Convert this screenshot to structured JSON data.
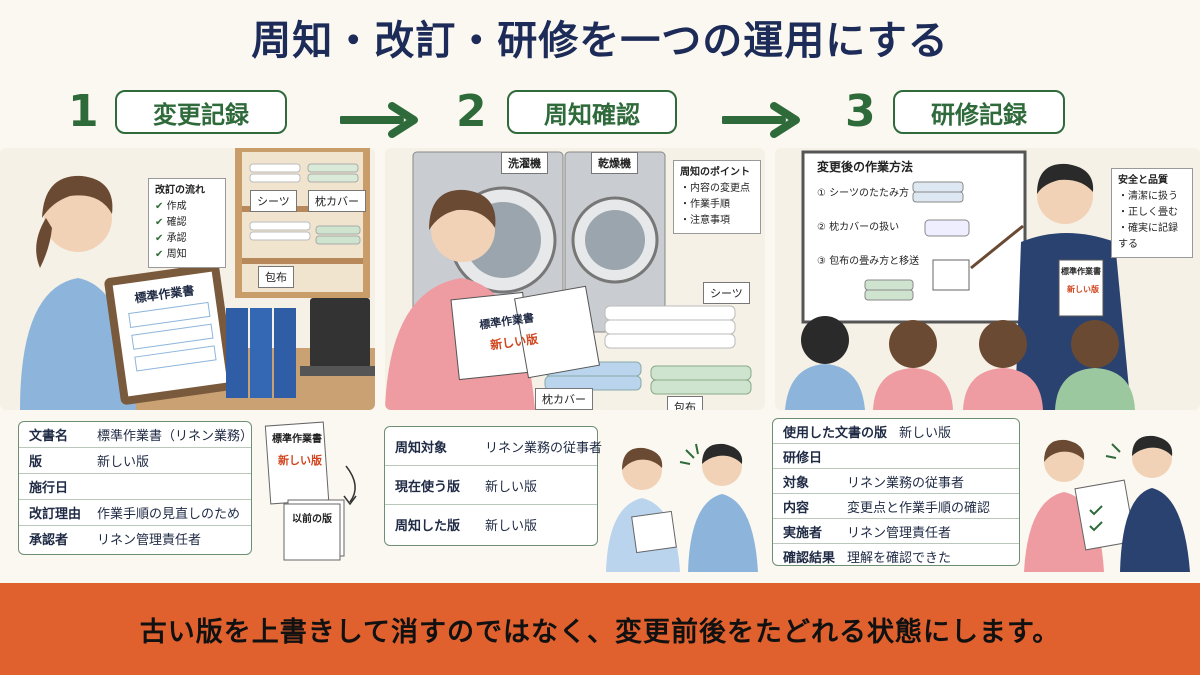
{
  "title": "周知・改訂・研修を一つの運用にする",
  "steps": [
    {
      "num": "1",
      "label": "変更記録"
    },
    {
      "num": "2",
      "label": "周知確認"
    },
    {
      "num": "3",
      "label": "研修記録"
    }
  ],
  "scene1": {
    "flow_note": {
      "title": "改訂の流れ",
      "items": [
        "作成",
        "確認",
        "承認",
        "周知"
      ]
    },
    "shelf_labels": [
      "シーツ",
      "枕カバー",
      "包布"
    ],
    "clipboard_title": "標準作業書"
  },
  "scene2": {
    "washer_label": "洗濯機",
    "dryer_label": "乾燥機",
    "points_note": {
      "title": "周知のポイント",
      "items": [
        "・内容の変更点",
        "・作業手順",
        "・注意事項"
      ]
    },
    "book_title": "標準作業書",
    "book_subtitle": "新しい版",
    "linen_labels": [
      "シーツ",
      "枕カバー",
      "包布"
    ]
  },
  "scene3": {
    "board_title": "変更後の作業方法",
    "board_items": [
      "① シーツのたたみ方",
      "② 枕カバーの扱い",
      "③ 包布の畳み方と移送"
    ],
    "safety_note": {
      "title": "安全と品質",
      "items": [
        "・清潔に扱う",
        "・正しく畳む",
        "・確実に記録する"
      ]
    },
    "paper_title": "標準作業書",
    "paper_subtitle": "新しい版"
  },
  "panel1": {
    "rows": [
      {
        "k": "文書名",
        "v": "標準作業書（リネン業務）"
      },
      {
        "k": "版",
        "v": "新しい版"
      },
      {
        "k": "施行日",
        "v": ""
      },
      {
        "k": "改訂理由",
        "v": "作業手順の見直しのため"
      },
      {
        "k": "承認者",
        "v": "リネン管理責任者"
      }
    ],
    "doc_new_title": "標準作業書",
    "doc_new_sub": "新しい版",
    "doc_old": "以前の版"
  },
  "panel2": {
    "rows": [
      {
        "k": "周知対象",
        "v": "リネン業務の従事者"
      },
      {
        "k": "現在使う版",
        "v": "新しい版"
      },
      {
        "k": "周知した版",
        "v": "新しい版"
      }
    ]
  },
  "panel3": {
    "rows": [
      {
        "k": "使用した文書の版",
        "v": "新しい版"
      },
      {
        "k": "研修日",
        "v": ""
      },
      {
        "k": "対象",
        "v": "リネン業務の従事者"
      },
      {
        "k": "内容",
        "v": "変更点と作業手順の確認"
      },
      {
        "k": "実施者",
        "v": "リネン管理責任者"
      },
      {
        "k": "確認結果",
        "v": "理解を確認できた"
      }
    ]
  },
  "footer": "古い版を上書きして消すのではなく、変更前後をたどれる状態にします。",
  "colors": {
    "accent_green": "#2f6b3a",
    "footer_orange": "#e0612e",
    "title_navy": "#1c2b57"
  }
}
